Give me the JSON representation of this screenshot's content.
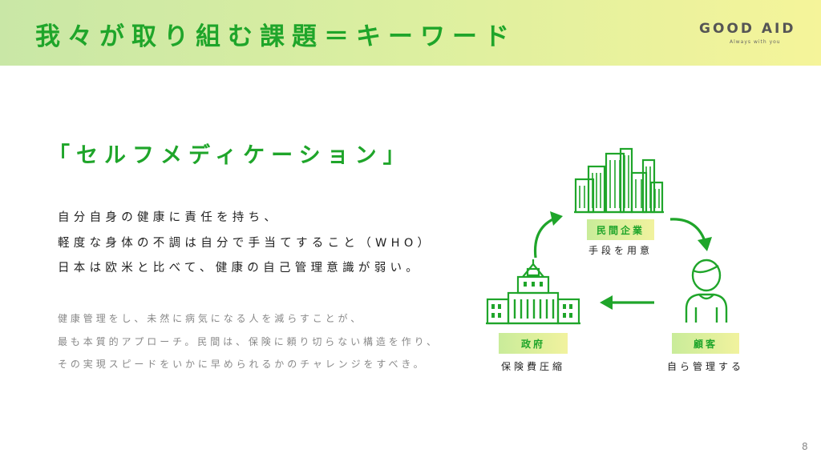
{
  "header": {
    "title": "我々が取り組む課題＝キーワード",
    "logo_text": "GOOD AID",
    "logo_tagline": "Always with you"
  },
  "keyword": "「セルフメディケーション」",
  "description": [
    "自分自身の健康に責任を持ち、",
    "軽度な身体の不調は自分で手当てすること（WHO）",
    "日本は欧米と比べて、健康の自己管理意識が弱い。"
  ],
  "sub_description": [
    "健康管理をし、未然に病気になる人を減らすことが、",
    "最も本質的アプローチ。民間は、保険に頼り切らない構造を作り、",
    "その実現スピードをいかに早められるかのチャレンジをすべき。"
  ],
  "diagram": {
    "private_sector": {
      "label": "民間企業",
      "caption": "手段を用意"
    },
    "government": {
      "label": "政府",
      "caption": "保険費圧縮"
    },
    "customer": {
      "label": "顧客",
      "caption": "自ら管理する"
    }
  },
  "colors": {
    "accent": "#1fa52a"
  },
  "page_number": "8"
}
